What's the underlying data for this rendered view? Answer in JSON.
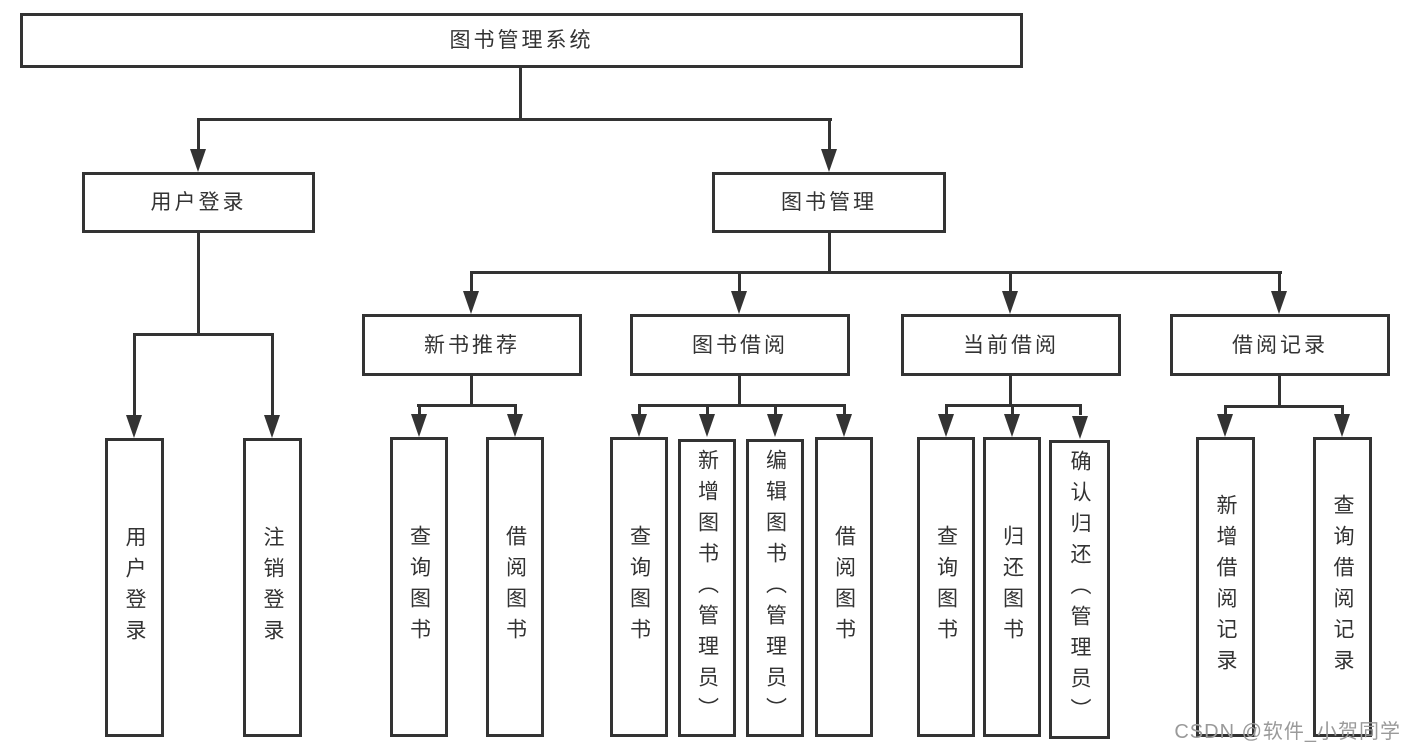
{
  "colors": {
    "line": "#333333",
    "text": "#333333",
    "box_background": "#ffffff",
    "page_background": "#ffffff",
    "watermark": "#9a9a9a"
  },
  "watermark": {
    "text": "CSDN @软件_小贺同学"
  },
  "tree": {
    "root": {
      "label": "图书管理系统"
    },
    "branches": [
      {
        "label": "用户登录",
        "leaves": [
          {
            "label": "用户登录"
          },
          {
            "label": "注销登录"
          }
        ]
      },
      {
        "label": "图书管理",
        "groups": [
          {
            "label": "新书推荐",
            "leaves": [
              {
                "label": "查询图书"
              },
              {
                "label": "借阅图书"
              }
            ]
          },
          {
            "label": "图书借阅",
            "leaves": [
              {
                "label": "查询图书"
              },
              {
                "label": "新增图书（管理员）"
              },
              {
                "label": "编辑图书（管理员）"
              },
              {
                "label": "借阅图书"
              }
            ]
          },
          {
            "label": "当前借阅",
            "leaves": [
              {
                "label": "查询图书"
              },
              {
                "label": "归还图书"
              },
              {
                "label": "确认归还（管理员）"
              }
            ]
          },
          {
            "label": "借阅记录",
            "leaves": [
              {
                "label": "新增借阅记录"
              },
              {
                "label": "查询借阅记录"
              }
            ]
          }
        ]
      }
    ]
  }
}
